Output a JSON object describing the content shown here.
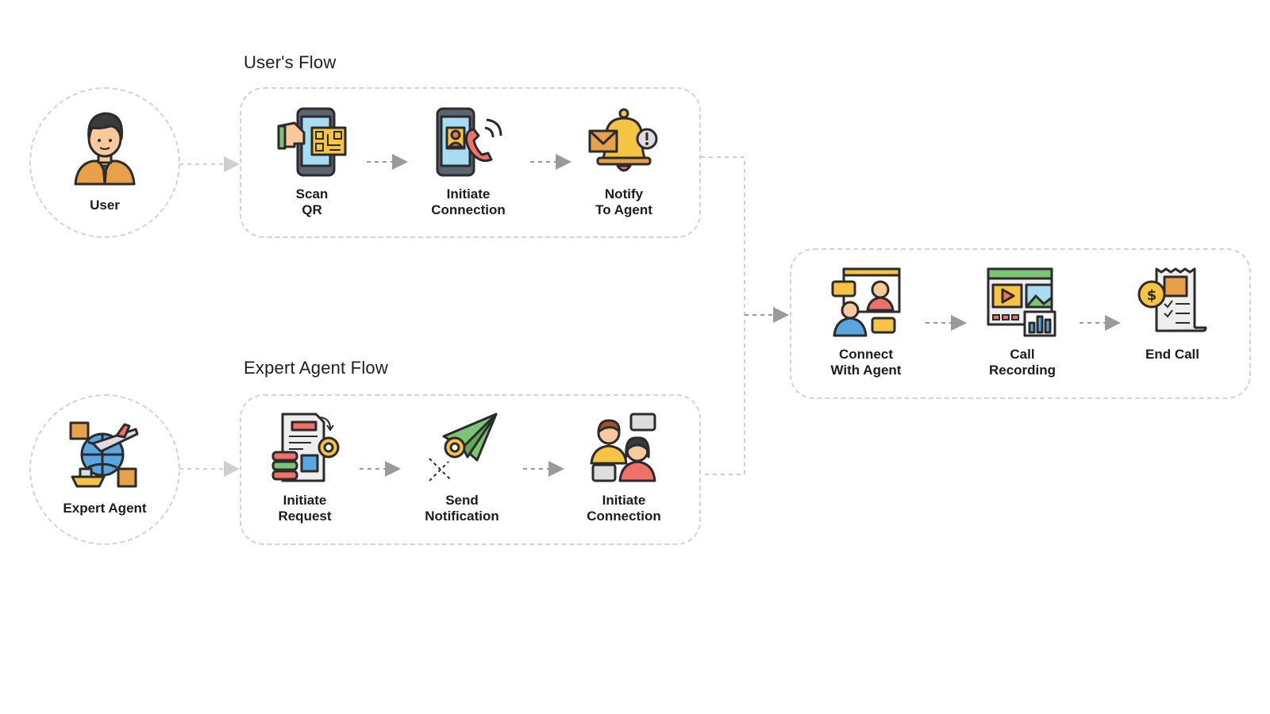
{
  "user_flow": {
    "title": "User's Flow",
    "actor": "User",
    "steps": [
      {
        "line1": "Scan",
        "line2": "QR",
        "icon": "scan-qr-icon"
      },
      {
        "line1": "Initiate",
        "line2": "Connection",
        "icon": "phone-call-icon"
      },
      {
        "line1": "Notify",
        "line2": "To Agent",
        "icon": "bell-notification-icon"
      }
    ]
  },
  "agent_flow": {
    "title": "Expert Agent Flow",
    "actor": "Expert Agent",
    "steps": [
      {
        "line1": "Initiate",
        "line2": "Request",
        "icon": "document-request-icon"
      },
      {
        "line1": "Send",
        "line2": "Notification",
        "icon": "paper-plane-icon"
      },
      {
        "line1": "Initiate",
        "line2": "Connection",
        "icon": "people-chat-icon"
      }
    ]
  },
  "result_flow": {
    "steps": [
      {
        "line1": "Connect",
        "line2": "With Agent",
        "icon": "video-conference-icon"
      },
      {
        "line1": "Call",
        "line2": "Recording",
        "icon": "media-recording-icon"
      },
      {
        "line1": "End Call",
        "line2": "",
        "icon": "receipt-end-call-icon"
      }
    ]
  },
  "colors": {
    "dash": "#d3d3d3",
    "arrow": "#999999",
    "outline": "#2b2b2b",
    "yellow": "#f6c343",
    "blue": "#5aa6e0",
    "red": "#f07167",
    "green": "#7cc576",
    "orange": "#e8a14b"
  }
}
